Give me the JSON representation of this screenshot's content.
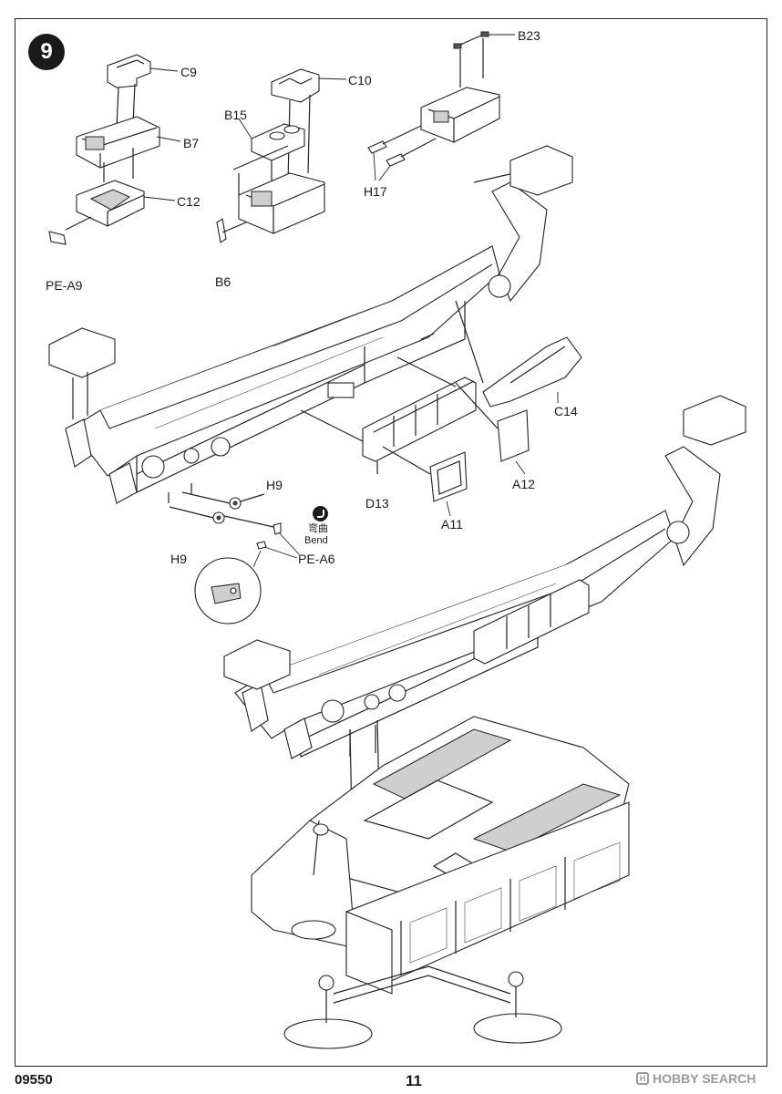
{
  "step": {
    "number": "9"
  },
  "parts": {
    "c9": "C9",
    "b7": "B7",
    "c12": "C12",
    "pe_a9": "PE-A9",
    "c10": "C10",
    "b15": "B15",
    "b6": "B6",
    "b23": "B23",
    "h17": "H17",
    "c14": "C14",
    "a12": "A12",
    "d13": "D13",
    "a11": "A11",
    "h9_top": "H9",
    "h9_bottom": "H9",
    "pe_a6": "PE-A6"
  },
  "bend_note": {
    "zh": "弯曲",
    "en": "Bend"
  },
  "footer": {
    "model_code": "09550",
    "page_number": "11"
  },
  "watermark": {
    "logo_letter": "H",
    "text": "HOBBY SEARCH"
  },
  "colors": {
    "line": "#222222",
    "watermark": "#9a9a9a"
  }
}
